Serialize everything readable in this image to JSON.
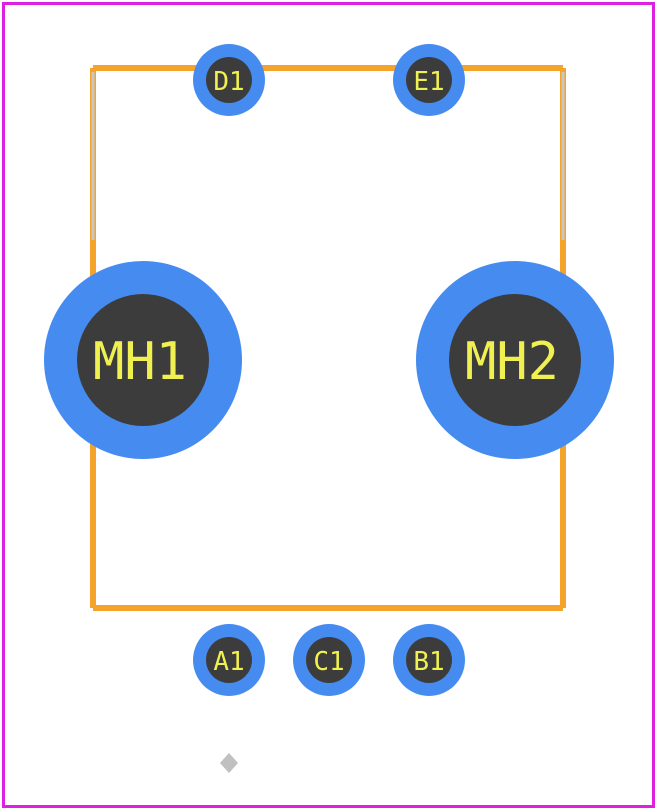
{
  "colors": {
    "background": "#ffffff",
    "board_outline": "#e020e0",
    "silkscreen": "#f5a32a",
    "silkscreen_gap": "#c8c8c8",
    "pad_ring": "#468cf0",
    "pad_hole": "#3c3c3c",
    "label_text": "#f0f050",
    "origin_marker": "#c0c0c0"
  },
  "pads": [
    {
      "id": "D1",
      "label": "D1",
      "kind": "small"
    },
    {
      "id": "E1",
      "label": "E1",
      "kind": "small"
    },
    {
      "id": "A1",
      "label": "A1",
      "kind": "small"
    },
    {
      "id": "C1",
      "label": "C1",
      "kind": "small"
    },
    {
      "id": "B1",
      "label": "B1",
      "kind": "small"
    }
  ],
  "mounting_holes": [
    {
      "id": "MH1",
      "label": "MH1",
      "kind": "large"
    },
    {
      "id": "MH2",
      "label": "MH2",
      "kind": "large"
    }
  ],
  "origin_marker_icon": "diamond-icon"
}
